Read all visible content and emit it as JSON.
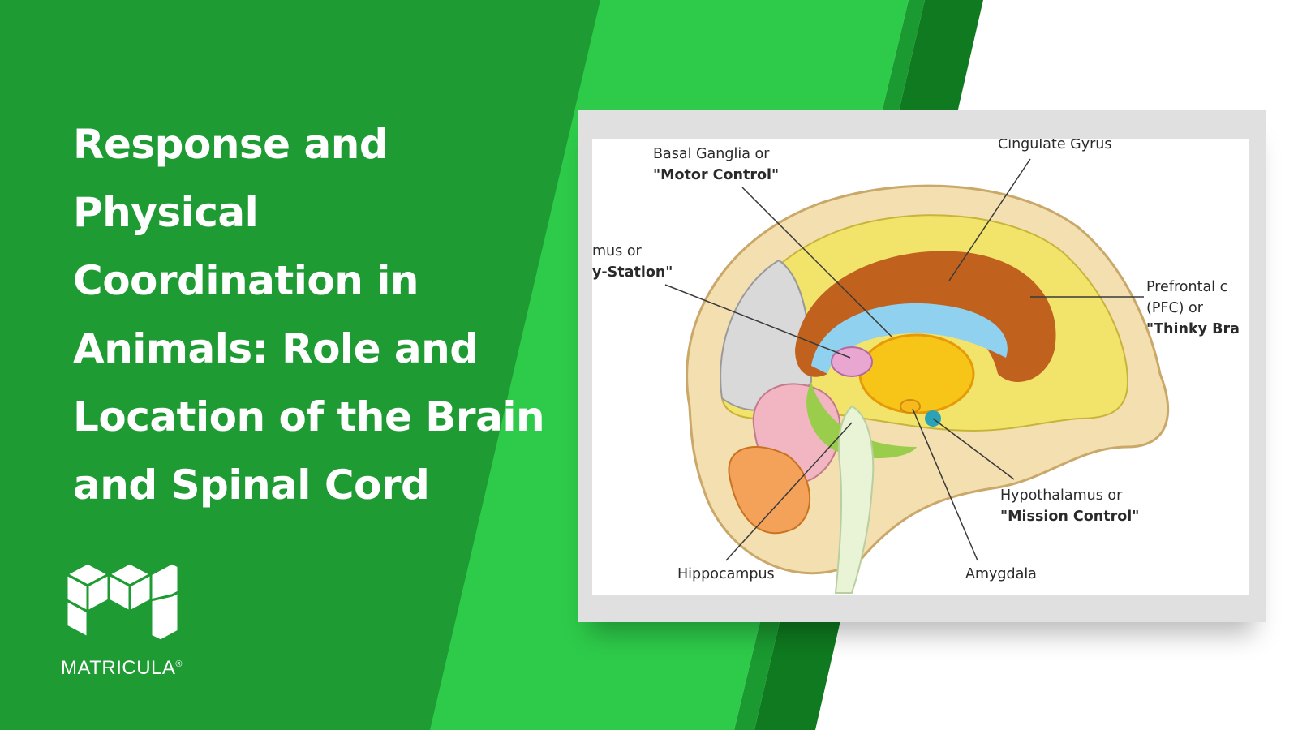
{
  "heading": {
    "lines": [
      "Response and",
      "Physical",
      "Coordination in",
      "Animals: Role and",
      "Location of the Brain",
      "and Spinal Cord"
    ]
  },
  "brand": {
    "name": "MATRICULA",
    "reg_mark": "®"
  },
  "diagram": {
    "labels": {
      "basal_ganglia": [
        "Basal Ganglia or",
        "\"Motor Control\""
      ],
      "cingulate_gyrus": [
        "Cingulate Gyrus"
      ],
      "thalamus": [
        "mus or",
        "y-Station\""
      ],
      "prefrontal": [
        "Prefrontal c",
        "(PFC) or",
        "\"Thinky Bra"
      ],
      "hypothalamus": [
        "Hypothalamus or",
        "\"Mission Control\""
      ],
      "hippocampus": [
        "Hippocampus"
      ],
      "amygdala": [
        "Amygdala"
      ]
    }
  },
  "colors": {
    "dark_green": "#1e9b33",
    "bright_green": "#2ecb4a",
    "deep_green": "#0f7a1f",
    "card_frame": "#e0e0e0"
  }
}
